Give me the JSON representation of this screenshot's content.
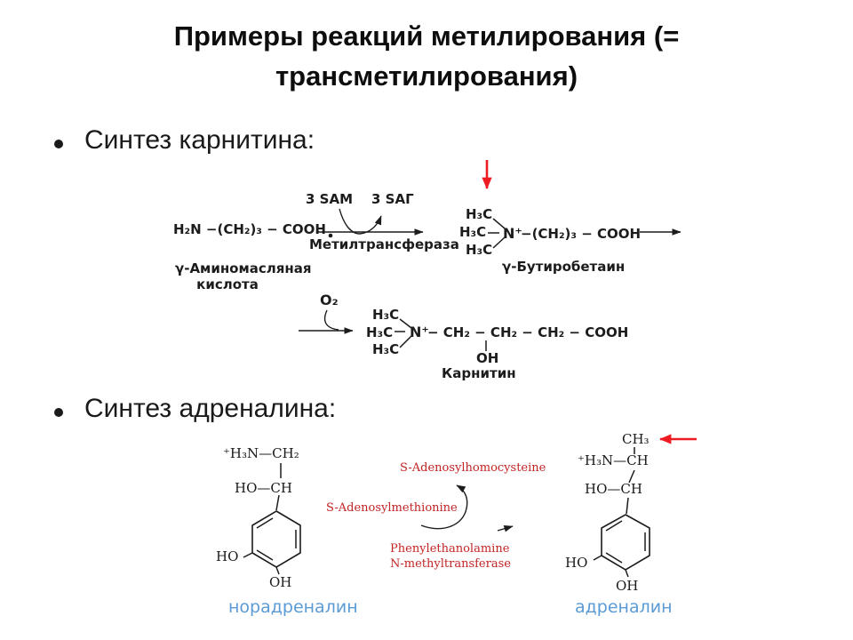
{
  "title": {
    "line1": "Примеры реакций метилирования (=",
    "line2": "трансметилирования)"
  },
  "bullets": {
    "carnitine": "Синтез карнитина:",
    "adrenaline": "Синтез адреналина:"
  },
  "scheme1": {
    "gaba_formula": "H₂N −(CH₂)₃ − COOH",
    "gaba_name_line1": "γ-Аминомасляная",
    "gaba_name_line2": "кислота",
    "cofactor_in": "3 SAM",
    "cofactor_out": "3 SAГ",
    "enzyme": "Метилтрансфераза",
    "methyl": "H₃C",
    "n_plus": "N⁺",
    "butyrobetaine_chain": "−(CH₂)₃ − COOH",
    "butyrobetaine_name": "γ-Бутиробетаин",
    "oxygen": "O₂",
    "carnitine_chain": "− CH₂ − CH₂ − CH₂ − COOH",
    "hydroxyl": "OH",
    "carnitine_name": "Карнитин"
  },
  "scheme2": {
    "ho": "HO",
    "oh": "OH",
    "noradrenaline": {
      "amine": "⁺H₃N—CH₂",
      "carbinol": "HO—CH",
      "name": "норадреналин"
    },
    "adrenaline": {
      "methyl": "CH₃",
      "amine": "⁺H₃N—CH",
      "carbinol": "HO—CH",
      "name": "адреналин"
    },
    "cofactor_product": "S-Adenosylhomocysteine",
    "cofactor_substrate": "S-Adenosylmethionine",
    "enzyme_line1": "Phenylethanolamine",
    "enzyme_line2": "N-methyltransferase"
  },
  "colors": {
    "text": "#1a1a1a",
    "red_arrow": "#ee1c22",
    "red_text": "#c22424",
    "blue_label": "#5b9bd5"
  }
}
